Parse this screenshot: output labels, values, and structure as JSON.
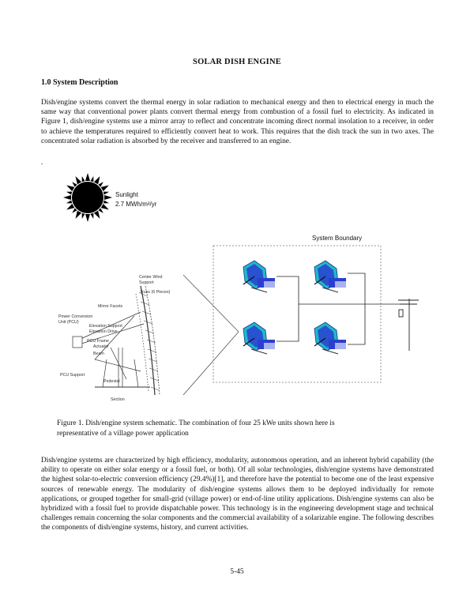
{
  "document": {
    "title": "SOLAR DISH ENGINE",
    "section_heading": "1.0  System Description",
    "paragraph_1": "Dish/engine systems convert the thermal energy in solar radiation to mechanical energy and then to electrical energy in much the same way that conventional power plants convert thermal energy from combustion of a fossil fuel to electricity.  As indicated in Figure 1, dish/engine systems use a mirror array to reflect and concentrate incoming direct normal insolation to a receiver, in order to achieve the temperatures required to efficiently convert heat to work.  This requires that the dish track the sun in two axes. The concentrated solar radiation is absorbed by the receiver and transferred to an engine.",
    "stray_mark": ".",
    "caption_line_1": "Figure 1. Dish/engine system schematic.  The combination of four 25 kWe units shown here is",
    "caption_line_2": "representative of a village power application",
    "paragraph_2": "Dish/engine systems are characterized by high efficiency, modularity, autonomous operation, and an inherent hybrid capability (the ability to operate on either solar energy or a fossil fuel, or both).  Of all solar technologies, dish/engine systems have demonstrated the highest solar-to-electric conversion efficiency (29.4%)[1], and therefore have the potential to become one of the least expensive sources of renewable energy.  The modularity of dish/engine systems allows them to be deployed individually for remote applications, or grouped together for small-grid (village power) or end-of-line utility applications.  Dish/engine systems can also be hybridized with a fossil fuel to provide dispatchable power.  This technology is in the engineering development stage and technical challenges remain concerning the solar components and the commercial availability of a solarizable engine.  The following describes the components of dish/engine systems, history, and current activities.",
    "page_number": "5-45"
  },
  "figure": {
    "sun_label_1": "Sunlight",
    "sun_label_2": "2.7 MWh/m²/yr",
    "boundary_label": "System Boundary",
    "parts": {
      "center_wind": "Center Wind",
      "support": "Support",
      "truss": "Truss (6 Pieces)",
      "mirror_facets": "Mirror Facets",
      "pcu_1": "Power Conversion",
      "pcu_2": "Unit (PCU)",
      "elevation_support": "Elevation Support",
      "elevation_drive": "Elevation Drive",
      "pcu_frame_1": "PCU Frame",
      "pcu_frame_2": "Actuator",
      "beam": "Beam",
      "pcu_support": "PCU Support",
      "pedestal": "Pedestal",
      "section": "Section"
    }
  },
  "colors": {
    "dish_blue": "#2a3fd0",
    "dish_cyan": "#20b8c8",
    "boundary_dash": "#777777"
  }
}
